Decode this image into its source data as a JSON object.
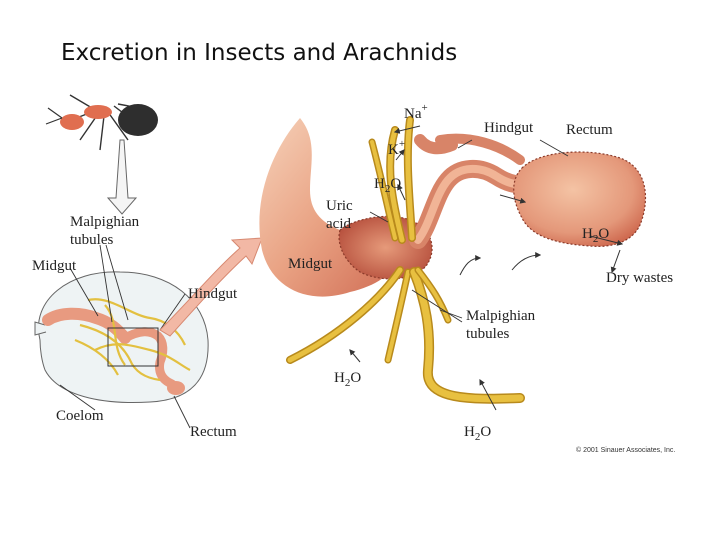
{
  "title": "Excretion in Insects and Arachnids",
  "labels": {
    "na": "Na",
    "na_sup": "+",
    "k": "K",
    "k_sup": "+",
    "h2o_top": "H",
    "h2o_sub": "2",
    "h2o_tail": "O",
    "uric_1": "Uric",
    "uric_2": "acid",
    "hindgut_main": "Hindgut",
    "rectum_main": "Rectum",
    "h2o_rectum_h": "H",
    "h2o_rectum_sub": "2",
    "h2o_rectum_o": "O",
    "dry_wastes": "Dry wastes",
    "midgut_main": "Midgut",
    "malpighian_main_1": "Malpighian",
    "malpighian_main_2": "tubules",
    "h2o_bottom_left_h": "H",
    "h2o_bottom_left_sub": "2",
    "h2o_bottom_left_o": "O",
    "h2o_bottom_right_h": "H",
    "h2o_bottom_right_sub": "2",
    "h2o_bottom_right_o": "O",
    "malpighian_small_1": "Malpighian",
    "malpighian_small_2": "tubules",
    "midgut_small": "Midgut",
    "hindgut_small": "Hindgut",
    "coelom": "Coelom",
    "rectum_small": "Rectum"
  },
  "credit": "© 2001 Sinauer Associates, Inc.",
  "colors": {
    "gut_light": "#f3c4a6",
    "gut_mid": "#e39a7c",
    "gut_dark": "#c9604a",
    "tubule": "#e8c040",
    "tubule_dark": "#b88a1c",
    "ant_red": "#e06e50",
    "ant_dark": "#333333",
    "bubble_fill": "#eef3f4",
    "arrow_pink": "#f1b7a4"
  }
}
